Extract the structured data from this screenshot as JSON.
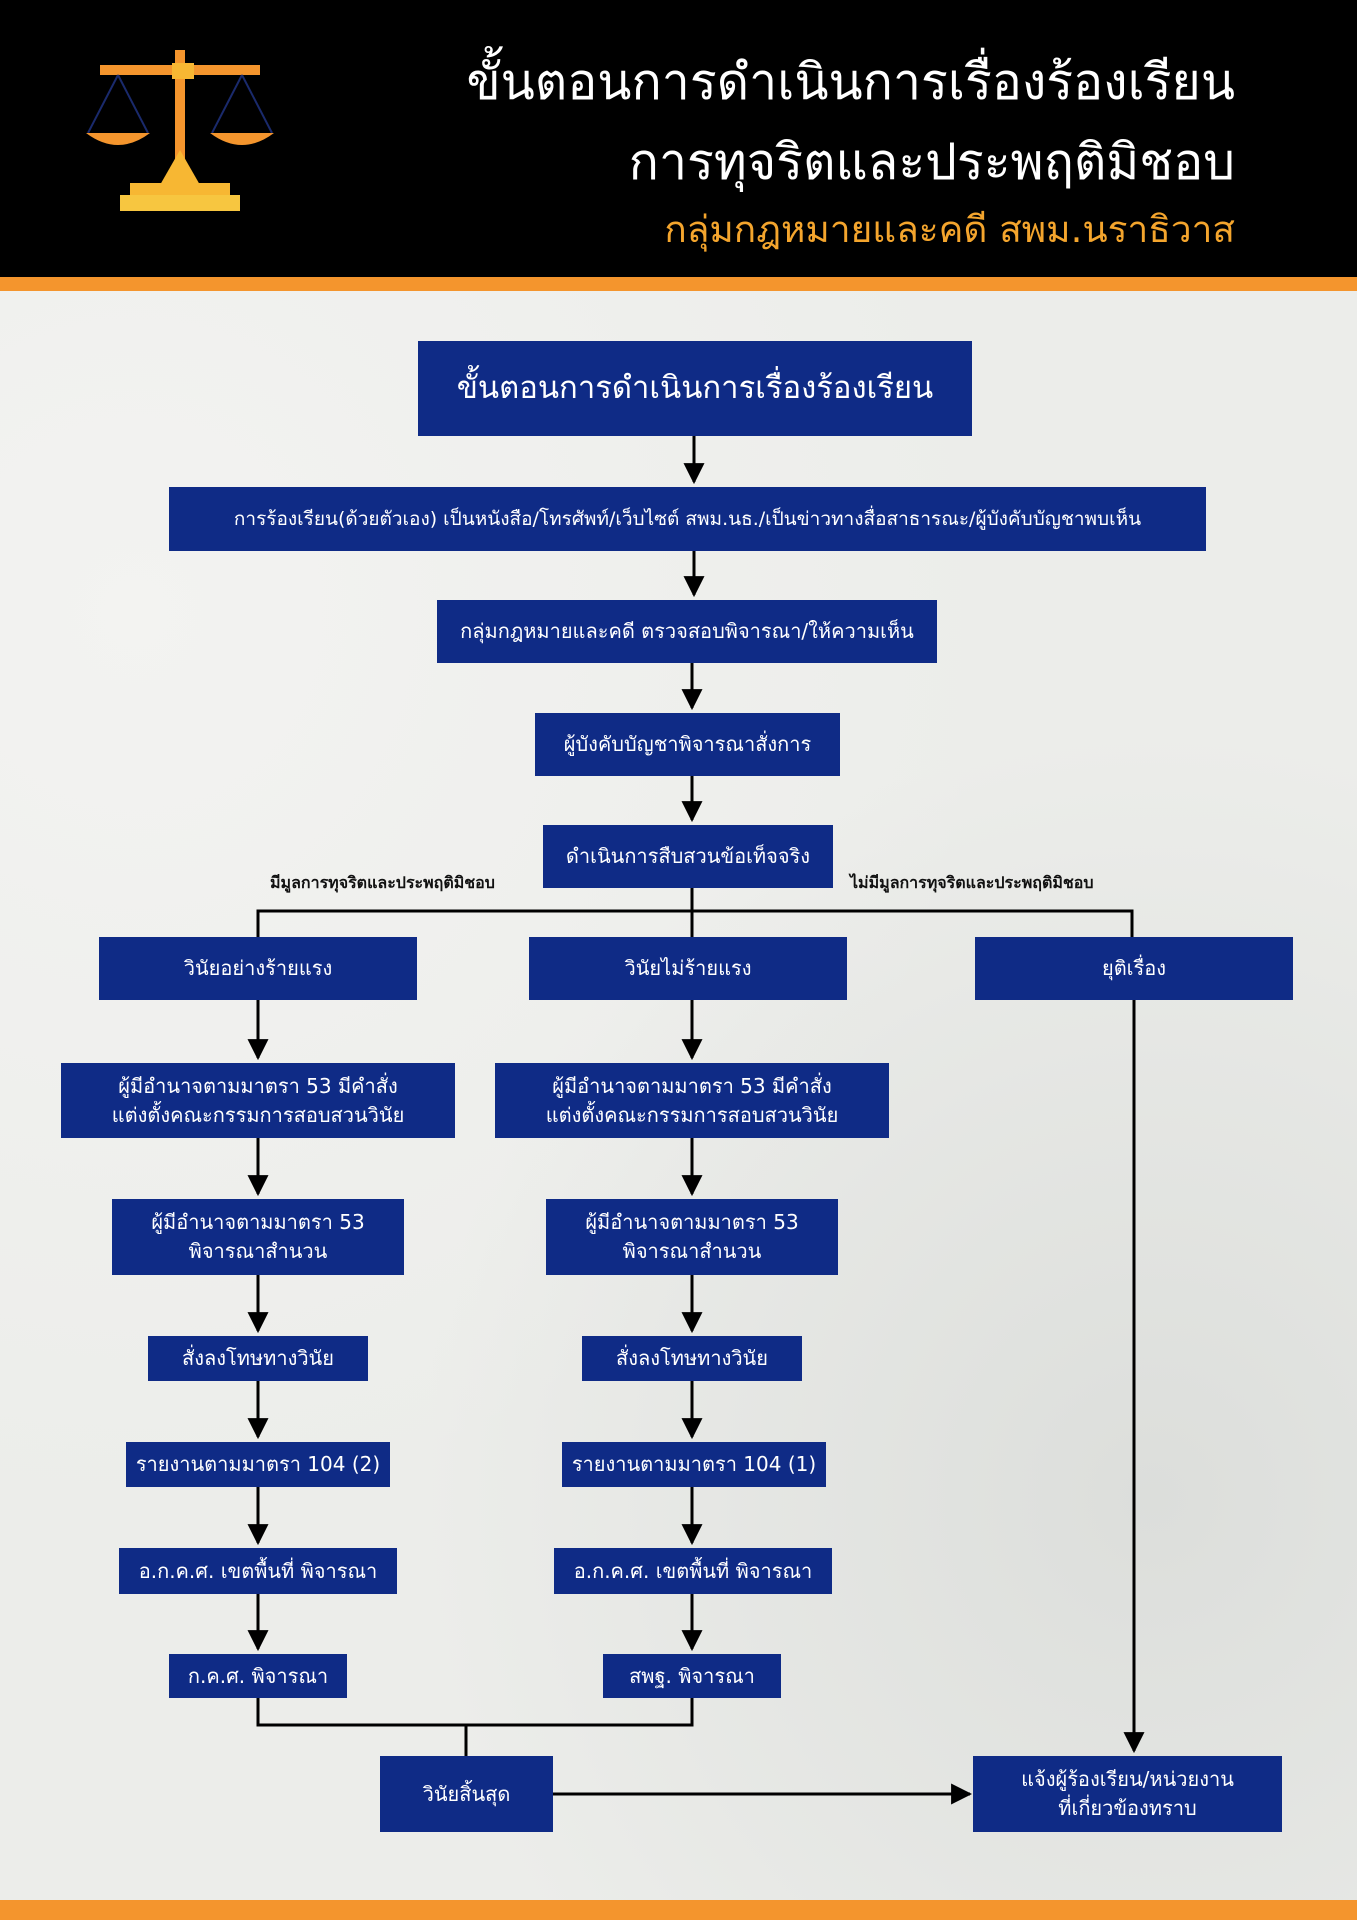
{
  "header": {
    "title_line1": "ขั้นตอนการดำเนินการเรื่องร้องเรียน",
    "title_line2": "การทุจริตและประพฤติมิชอบ",
    "subtitle": "กลุ่มกฎหมายและคดี  สพม.นราธิวาส",
    "logo_icon": "scales-of-justice-icon"
  },
  "colors": {
    "header_bg": "#000000",
    "accent_orange": "#f4952d",
    "subtitle_yellow": "#f4a52d",
    "box_blue": "#0f2b86",
    "background": "#ecedea"
  },
  "flow": {
    "title": "ขั้นตอนการดำเนินการเรื่องร้องเรียน",
    "complaint_channels": "การร้องเรียน(ด้วยตัวเอง) เป็นหนังสือ/โทรศัพท์/เว็บไซต์ สพม.นธ./เป็นข่าวทางสื่อสาธารณะ/ผู้บังคับบัญชาพบเห็น",
    "legal_review": "กลุ่มกฎหมายและคดี ตรวจสอบพิจารณา/ให้ความเห็น",
    "supervisor_order": "ผู้บังคับบัญชาพิจารณาสั่งการ",
    "fact_finding": "ดำเนินการสืบสวนข้อเท็จจริง",
    "branch_label_found": "มีมูลการทุจริตและประพฤติมิชอบ",
    "branch_label_not_found": "ไม่มีมูลการทุจริตและประพฤติมิชอบ",
    "left_column": {
      "head": "วินัยอย่างร้ายแรง",
      "steps": [
        "ผู้มีอำนาจตามมาตรา 53 มีคำสั่ง\nแต่งตั้งคณะกรรมการสอบสวนวินัย",
        "ผู้มีอำนาจตามมาตรา 53\nพิจารณาสำนวน",
        "สั่งลงโทษทางวินัย",
        "รายงานตามมาตรา 104 (2)",
        "อ.ก.ค.ศ. เขตพื้นที่ พิจารณา",
        "ก.ค.ศ. พิจารณา"
      ]
    },
    "middle_column": {
      "head": "วินัยไม่ร้ายแรง",
      "steps": [
        "ผู้มีอำนาจตามมาตรา 53 มีคำสั่ง\nแต่งตั้งคณะกรรมการสอบสวนวินัย",
        "ผู้มีอำนาจตามมาตรา 53\nพิจารณาสำนวน",
        "สั่งลงโทษทางวินัย",
        "รายงานตามมาตรา 104 (1)",
        "อ.ก.ค.ศ. เขตพื้นที่ พิจารณา",
        "สพฐ. พิจารณา"
      ]
    },
    "right_column": {
      "head": "ยุติเรื่อง"
    },
    "discipline_final": "วินัยสิ้นสุด",
    "notify": "แจ้งผู้ร้องเรียน/หน่วยงาน\nที่เกี่ยวข้องทราบ"
  }
}
